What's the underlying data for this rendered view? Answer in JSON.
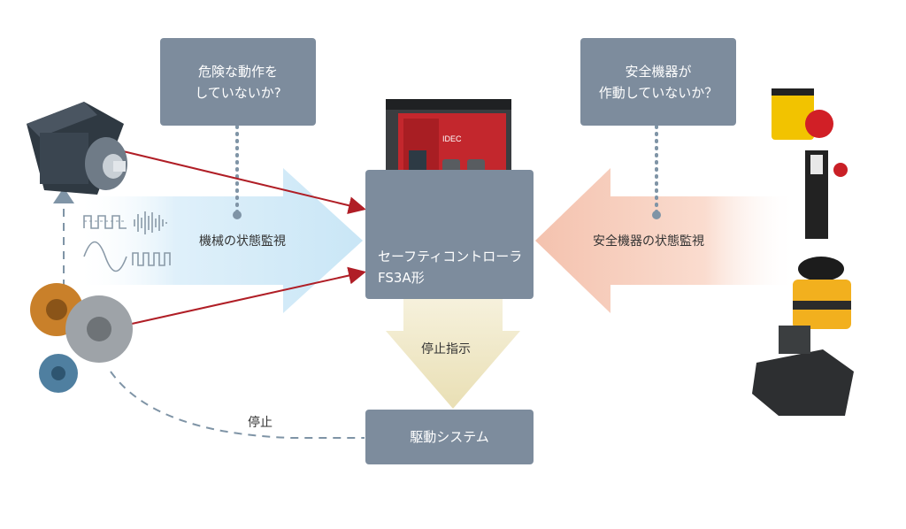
{
  "left_question": {
    "line1": "危険な動作を",
    "line2": "していないか?"
  },
  "right_question": {
    "line1": "安全機器が",
    "line2": "作動していないか？"
  },
  "left_monitor_label": "機械の状態監視",
  "right_monitor_label": "安全機器の状態監視",
  "controller": {
    "line1": "セーフティコントローラ",
    "line2": "FS3A形",
    "brand": "IDEC"
  },
  "stop_instruction_label": "停止指示",
  "drive_system_label": "駆動システム",
  "stop_label": "停止",
  "colors": {
    "box": "#7d8c9d",
    "left_arrow": "#cfe7f5",
    "right_arrow": "#f6c9b8",
    "down_arrow": "#eee6c2",
    "red_line": "#b01e26",
    "dash": "#7f94a6",
    "controller": "#c3272d"
  }
}
